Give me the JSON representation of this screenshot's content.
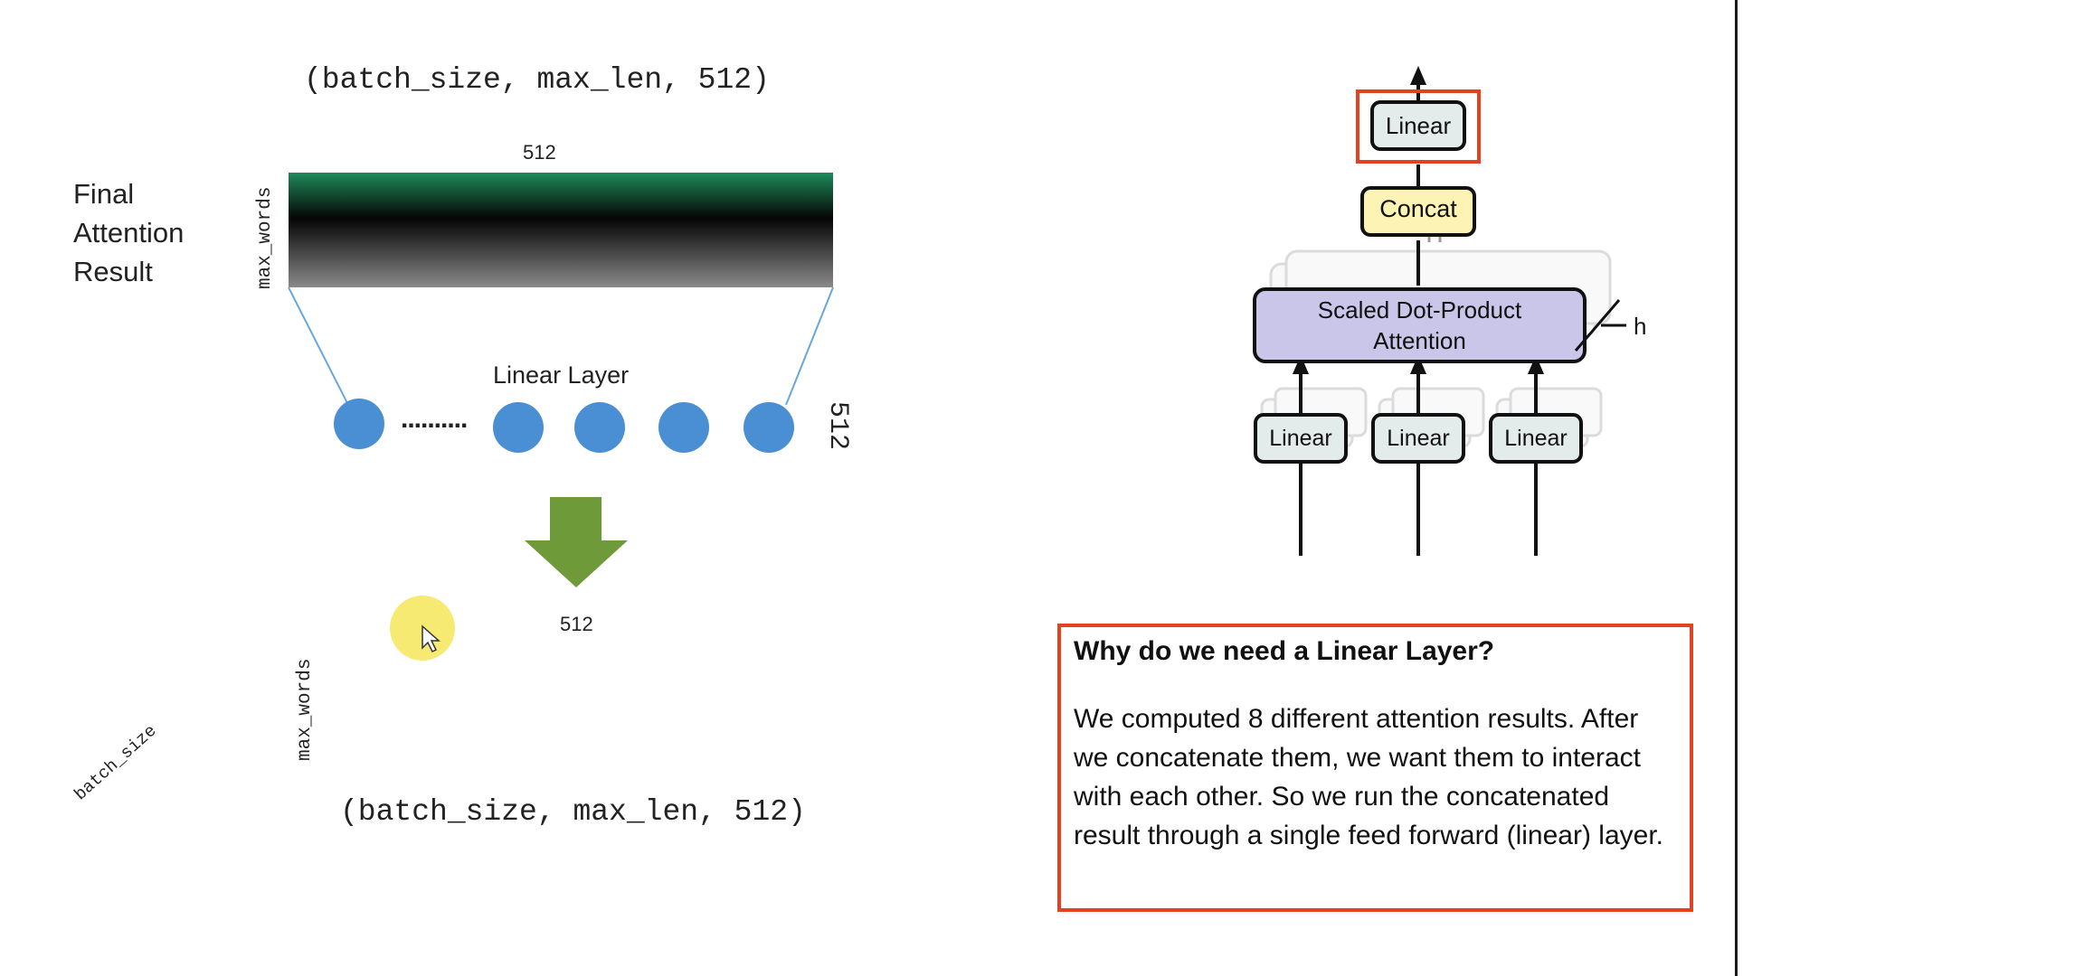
{
  "left_diagram": {
    "top_shape_label": "(batch_size, max_len, 512)",
    "bottom_shape_label": "(batch_size, max_len, 512)",
    "final_label_lines": [
      "Final",
      "Attention",
      "Result"
    ],
    "top_matrix": {
      "width_label": "512",
      "height_label": "max_words"
    },
    "linear_layer_label": "Linear Layer",
    "neuron_count_label": "512",
    "neuron_ellipsis": "..........",
    "bottom_matrix": {
      "width_label": "512",
      "height_label": "max_words"
    },
    "cube_label": "batch_size"
  },
  "right_diagram": {
    "linear_top": "Linear",
    "concat": "Concat",
    "attention_line1": "Scaled Dot-Product",
    "attention_line2": "Attention",
    "heads_label": "h",
    "linear_bottom": [
      "Linear",
      "Linear",
      "Linear"
    ]
  },
  "info_box": {
    "question": "Why do we need a Linear Layer?",
    "answer": "We computed 8 different attention results. After we concatenate them, we want them to interact with each other. So we run the concatenated result through a single feed forward (linear) layer."
  },
  "colors": {
    "highlight_border": "#e2421e",
    "neuron": "#4a8fd4",
    "arrow": "#6e9a3a",
    "concat_fill": "#fdf3b4",
    "attention_fill": "#c9c6ea",
    "linear_fill": "#e3ecea"
  },
  "icons": [
    "cursor-pointer-icon",
    "down-arrow-icon"
  ]
}
